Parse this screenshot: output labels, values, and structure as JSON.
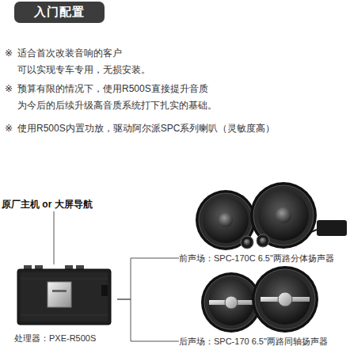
{
  "diagram": {
    "title": "入门配置",
    "nodes": [
      {
        "text": [
          "原厂主机 or 大屏导航"
        ]
      },
      {
        "text": [
          "处理器：PXE-R500S"
        ]
      },
      {
        "text": [
          "前声场：SPC-170C 6.5\"两路分体扬声器"
        ]
      },
      {
        "text": [
          "后声场：SPC-170 6.5\"两路同轴扬声器"
        ]
      }
    ],
    "edges": [
      {
        "from": 0,
        "to": 1,
        "arrow": "none"
      },
      {
        "from": 1,
        "to": 2,
        "arrow": "none"
      },
      {
        "from": 1,
        "to": 3,
        "arrow": "none"
      }
    ],
    "labels": [
      "※",
      "适合首次改装音响的客户 可以实现专车专用，无损安装。",
      "※",
      "预算有限的情况下，使用R500S直接提升音质 为今后的后续升级高音质系统打下扎实的基础。",
      "※",
      "使用R500S内置功放，驱动阿尔派SPC系列喇叭（灵敏度高）"
    ]
  }
}
